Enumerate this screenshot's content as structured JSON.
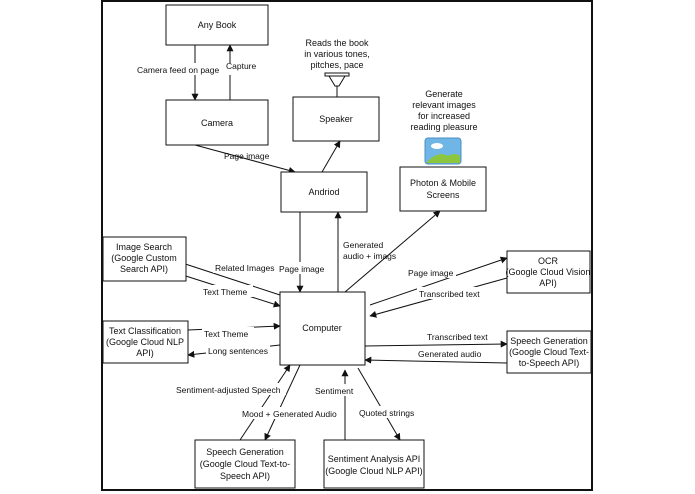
{
  "nodes": {
    "any_book": {
      "lines": [
        "Any Book"
      ]
    },
    "camera": {
      "lines": [
        "Camera"
      ]
    },
    "speaker": {
      "lines": [
        "Speaker"
      ]
    },
    "android": {
      "lines": [
        "Andriod"
      ]
    },
    "photon": {
      "lines": [
        "Photon & Mobile",
        "Screens"
      ]
    },
    "image_search": {
      "lines": [
        "Image Search",
        "(Google Custom",
        "Search API)"
      ]
    },
    "ocr": {
      "lines": [
        "OCR",
        "(Google Cloud Vision",
        "API)"
      ]
    },
    "computer": {
      "lines": [
        "Computer"
      ]
    },
    "text_classification": {
      "lines": [
        "Text Classification",
        "(Google Cloud NLP",
        "API)"
      ]
    },
    "speech_gen_right": {
      "lines": [
        "Speech Generation",
        "(Google Cloud Text-",
        "to-Speech API)"
      ]
    },
    "speech_gen_bottom": {
      "lines": [
        "Speech Generation",
        "(Google Cloud Text-to-",
        "Speech API)"
      ]
    },
    "sentiment": {
      "lines": [
        "Sentiment Analysis API",
        "(Google Cloud NLP API)"
      ]
    }
  },
  "annotations": {
    "speaker_note": [
      "Reads the book",
      "in various tones,",
      "pitches, pace"
    ],
    "photon_note": [
      "Generate",
      "relevant images",
      "for increased",
      "reading pleasure"
    ]
  },
  "edges": {
    "camera_feed": "Camera feed on page",
    "capture": "Capture",
    "page_image_camera": "Page image",
    "page_image_android": "Page image",
    "generated_audio_imgs": [
      "Generated",
      "audio + imags"
    ],
    "related_images": "Related Images",
    "text_theme_img": "Text Theme",
    "page_image_ocr": "Page image",
    "transcribed_text_ocr": "Transcribed text",
    "text_theme_cls": "Text Theme",
    "long_sentences": "Long sentences",
    "transcribed_text_speech": "Transcribed text",
    "generated_audio": "Generated audio",
    "sentiment_adjusted": "Sentiment-adjusted Speech",
    "mood_audio": "Mood + Generated Audio",
    "sentiment_label": "Sentiment",
    "quoted_strings": "Quoted strings"
  },
  "icons": {
    "speaker": "speaker-icon",
    "image": "image-icon"
  },
  "colors": {
    "image_icon_sky": "#6fb5e6",
    "image_icon_hill": "#8cc63f"
  }
}
